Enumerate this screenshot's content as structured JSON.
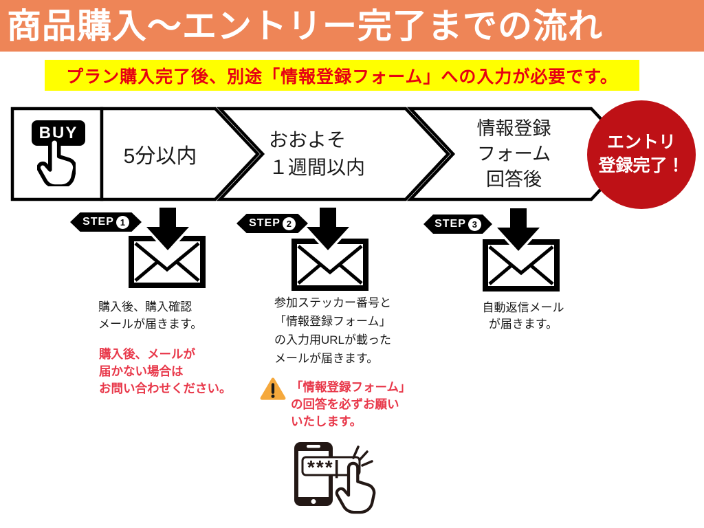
{
  "header": {
    "title": "商品購入〜エントリー完了までの流れ"
  },
  "notice": {
    "text": "プラン購入完了後、別途「情報登録フォーム」への入力が必要です。"
  },
  "flow": {
    "buy_label": "BUY",
    "stage1": "5分以内",
    "stage2": "おおよそ\n１週間以内",
    "stage3": "情報登録\nフォーム\n回答後",
    "goal": "エントリ\n登録完了！"
  },
  "steps": [
    {
      "badge": "STEP",
      "number": "1",
      "description": "購入後、購入確認\nメールが届きます。",
      "note": "購入後、メールが\n届かない場合は\nお問い合わせください。"
    },
    {
      "badge": "STEP",
      "number": "2",
      "description": "参加ステッカー番号と\n「情報登録フォーム」\nの入力用URLが載った\nメールが届きます。",
      "warning": "「情報登録フォーム」\nの回答を必ずお願い\nいたします。"
    },
    {
      "badge": "STEP",
      "number": "3",
      "description": "自動返信メール\nが届きます。"
    }
  ],
  "password_graphic": {
    "field_text": "***|"
  },
  "colors": {
    "page_bg": "#FFFFFF",
    "header_bg": "#EE8557",
    "notice_bg": "#FFFF00",
    "notice_text": "#E60012",
    "goal_bg": "#BE1116",
    "note_red": "#E83749",
    "warning_triangle": "#F5A83C",
    "icon_black": "#000000",
    "phone_dark": "#231815"
  },
  "icons": {
    "buy_hand": "pointer-hand-icon",
    "down_arrow": "down-arrow-icon",
    "envelope": "envelope-icon",
    "warning": "warning-triangle-icon",
    "phone": "phone-password-icon"
  }
}
